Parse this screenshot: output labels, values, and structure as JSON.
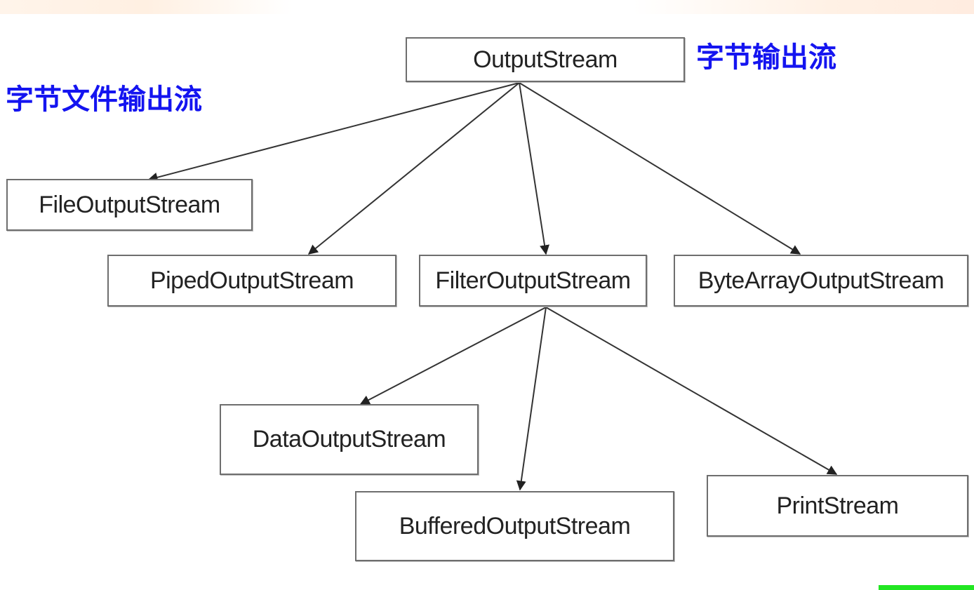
{
  "annotations": {
    "byte_output_stream": "字节输出流",
    "byte_file_output_stream": "字节文件输出流"
  },
  "nodes": {
    "output_stream": "OutputStream",
    "file_output_stream": "FileOutputStream",
    "piped_output_stream": "PipedOutputStream",
    "filter_output_stream": "FilterOutputStream",
    "byte_array_output_stream": "ByteArrayOutputStream",
    "data_output_stream": "DataOutputStream",
    "buffered_output_stream": "BufferedOutputStream",
    "print_stream": "PrintStream"
  },
  "edges": [
    {
      "from": "output_stream",
      "to": "file_output_stream"
    },
    {
      "from": "output_stream",
      "to": "piped_output_stream"
    },
    {
      "from": "output_stream",
      "to": "filter_output_stream"
    },
    {
      "from": "output_stream",
      "to": "byte_array_output_stream"
    },
    {
      "from": "filter_output_stream",
      "to": "data_output_stream"
    },
    {
      "from": "filter_output_stream",
      "to": "buffered_output_stream"
    },
    {
      "from": "filter_output_stream",
      "to": "print_stream"
    }
  ],
  "colors": {
    "annotation_text": "#1414f0",
    "box_border": "#6e6e6e",
    "edge": "#333333",
    "accent_bar": "#22e622"
  }
}
